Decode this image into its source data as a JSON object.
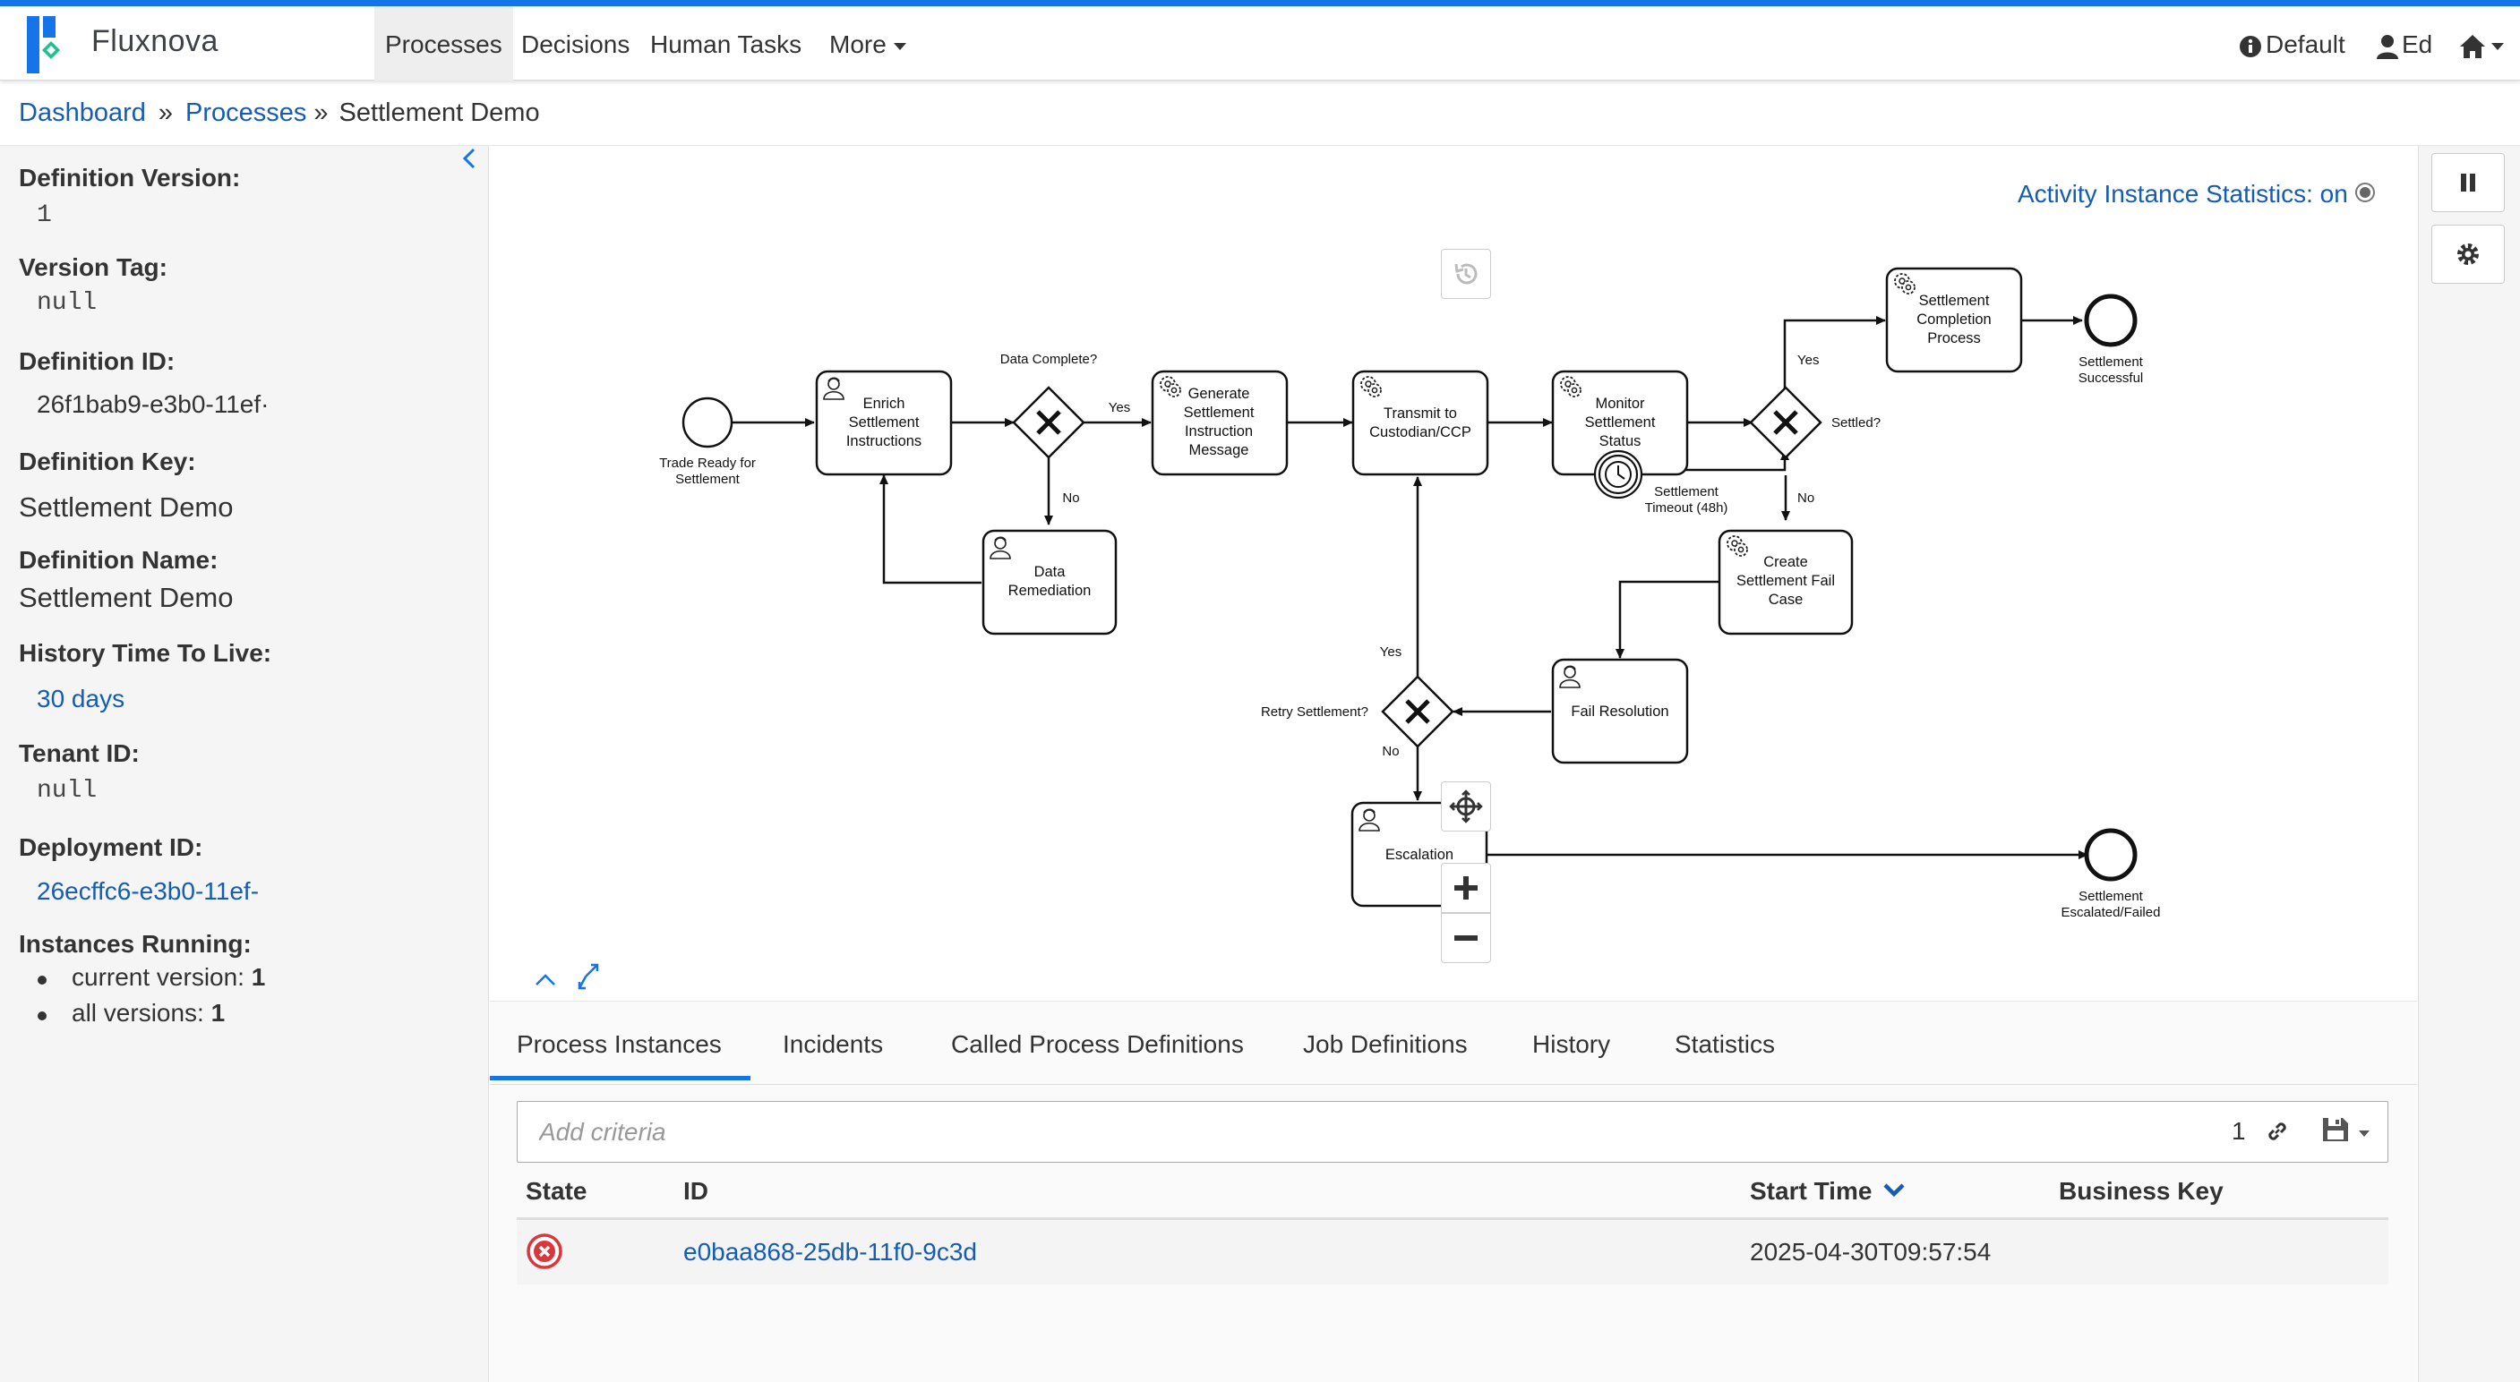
{
  "app": {
    "brand": "Fluxnova",
    "accent": "#1474e8",
    "link_color": "#155cb5"
  },
  "nav": {
    "items": [
      {
        "label": "Processes",
        "active": true
      },
      {
        "label": "Decisions"
      },
      {
        "label": "Human Tasks"
      },
      {
        "label": "More"
      }
    ],
    "tenant": "Default",
    "user": "Ed",
    "icons": {
      "tenant": "info-icon",
      "user": "user-icon",
      "home": "home-icon"
    }
  },
  "breadcrumb": {
    "dashboard": "Dashboard",
    "processes": "Processes",
    "current": "Settlement Demo",
    "separator": "»"
  },
  "sidebar": {
    "definition_version_label": "Definition Version:",
    "definition_version": "1",
    "version_tag_label": "Version Tag:",
    "version_tag": "null",
    "definition_id_label": "Definition ID:",
    "definition_id": "26f1bab9-e3b0-11ef·",
    "definition_key_label": "Definition Key:",
    "definition_key": "Settlement Demo",
    "definition_name_label": "Definition Name:",
    "definition_name": "Settlement Demo",
    "history_ttl_label": "History Time To Live:",
    "history_ttl": "30 days",
    "tenant_id_label": "Tenant ID:",
    "tenant_id": "null",
    "deployment_id_label": "Deployment ID:",
    "deployment_id": "26ecffc6-e3b0-11ef-",
    "instances_running_label": "Instances Running:",
    "current_version_label": "current version:",
    "current_version_count": "1",
    "all_versions_label": "all versions:",
    "all_versions_count": "1"
  },
  "diagram": {
    "stats_toggle": "Activity Instance Statistics: on",
    "stats_on": true,
    "tasks": {
      "enrich": [
        "Enrich",
        "Settlement",
        "Instructions"
      ],
      "generate": [
        "Generate",
        "Settlement",
        "Instruction",
        "Message"
      ],
      "transmit": [
        "Transmit to",
        "Custodian/CCP"
      ],
      "monitor": [
        "Monitor",
        "Settlement",
        "Status"
      ],
      "completion": [
        "Settlement",
        "Completion",
        "Process"
      ],
      "remediation": [
        "Data",
        "Remediation"
      ],
      "create_fail": [
        "Create",
        "Settlement Fail",
        "Case"
      ],
      "fail_resolution": [
        "Fail Resolution"
      ],
      "escalation": [
        "Escalation"
      ]
    },
    "events": {
      "start": [
        "Trade Ready for",
        "Settlement"
      ],
      "end_success": [
        "Settlement",
        "Successful"
      ],
      "end_escalated": [
        "Settlement",
        "Escalated/Failed"
      ],
      "timer": [
        "Settlement",
        "Timeout (48h)"
      ]
    },
    "gateways": {
      "data_complete": "Data Complete?",
      "settled": "Settled?",
      "retry": "Retry Settlement?"
    },
    "flow_labels": {
      "yes1": "Yes",
      "no1": "No",
      "yes2": "Yes",
      "no2": "No",
      "yes3": "Yes",
      "no3": "No"
    }
  },
  "tabs": [
    {
      "label": "Process Instances",
      "active": true
    },
    {
      "label": "Incidents"
    },
    {
      "label": "Called Process Definitions"
    },
    {
      "label": "Job Definitions"
    },
    {
      "label": "History"
    },
    {
      "label": "Statistics"
    }
  ],
  "instances": {
    "search_placeholder": "Add criteria",
    "result_count": "1",
    "columns": [
      "State",
      "ID",
      "Start Time",
      "Business Key"
    ],
    "sort_column": "Start Time",
    "rows": [
      {
        "state": "incident-icon",
        "id": "e0baa868-25db-11f0-9c3d",
        "start_time": "2025-04-30T09:57:54",
        "business_key": ""
      }
    ],
    "state_color": "#d9363e"
  }
}
